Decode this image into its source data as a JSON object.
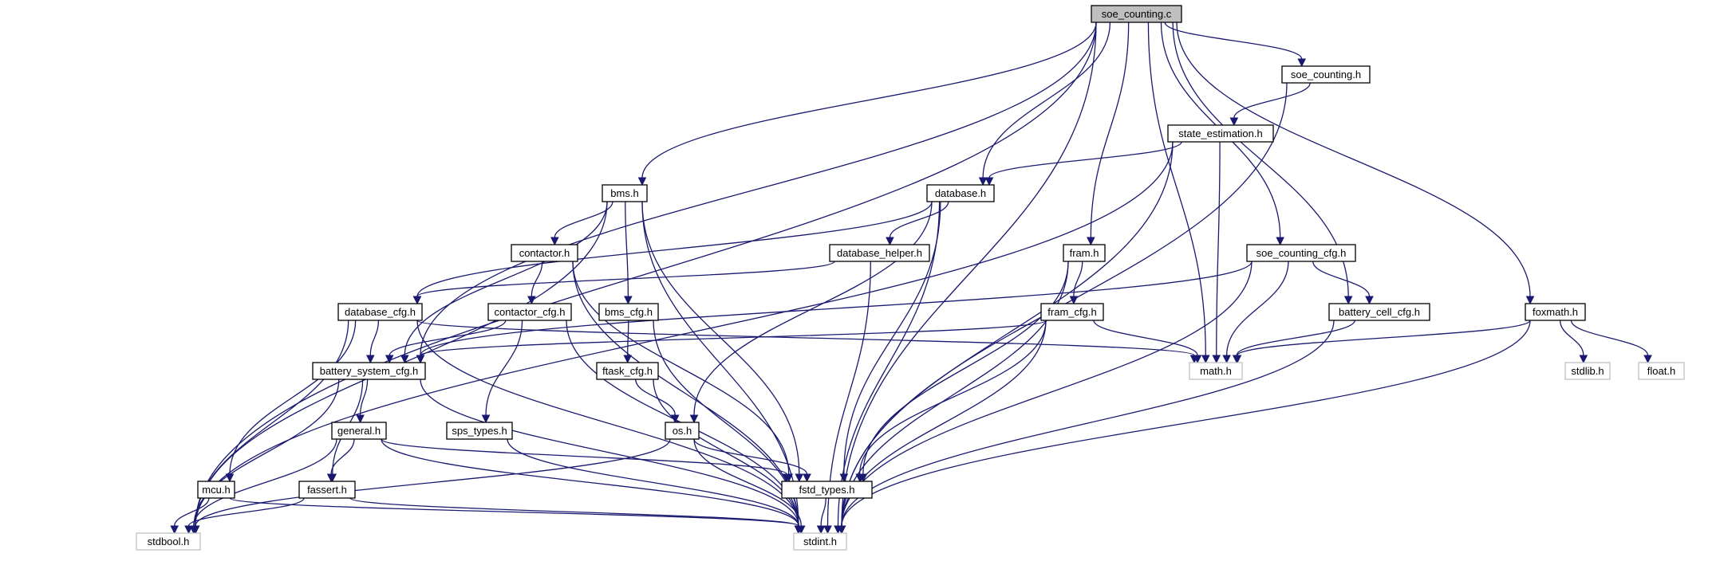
{
  "nodes": [
    {
      "id": "soe_counting_c",
      "label": "soe_counting.c",
      "kind": "root"
    },
    {
      "id": "soe_counting_h",
      "label": "soe_counting.h",
      "kind": "local"
    },
    {
      "id": "state_estimation_h",
      "label": "state_estimation.h",
      "kind": "local"
    },
    {
      "id": "bms_h",
      "label": "bms.h",
      "kind": "local"
    },
    {
      "id": "database_h",
      "label": "database.h",
      "kind": "local"
    },
    {
      "id": "contactor_h",
      "label": "contactor.h",
      "kind": "local"
    },
    {
      "id": "database_helper_h",
      "label": "database_helper.h",
      "kind": "local"
    },
    {
      "id": "fram_h",
      "label": "fram.h",
      "kind": "local"
    },
    {
      "id": "soe_counting_cfg_h",
      "label": "soe_counting_cfg.h",
      "kind": "local"
    },
    {
      "id": "database_cfg_h",
      "label": "database_cfg.h",
      "kind": "local"
    },
    {
      "id": "contactor_cfg_h",
      "label": "contactor_cfg.h",
      "kind": "local"
    },
    {
      "id": "bms_cfg_h",
      "label": "bms_cfg.h",
      "kind": "local"
    },
    {
      "id": "fram_cfg_h",
      "label": "fram_cfg.h",
      "kind": "local"
    },
    {
      "id": "battery_cell_cfg_h",
      "label": "battery_cell_cfg.h",
      "kind": "local"
    },
    {
      "id": "foxmath_h",
      "label": "foxmath.h",
      "kind": "local"
    },
    {
      "id": "battery_system_cfg_h",
      "label": "battery_system_cfg.h",
      "kind": "local"
    },
    {
      "id": "math_h",
      "label": "math.h",
      "kind": "system"
    },
    {
      "id": "stdlib_h",
      "label": "stdlib.h",
      "kind": "system"
    },
    {
      "id": "float_h",
      "label": "float.h",
      "kind": "system"
    },
    {
      "id": "ftask_cfg_h",
      "label": "ftask_cfg.h",
      "kind": "local"
    },
    {
      "id": "general_h",
      "label": "general.h",
      "kind": "local"
    },
    {
      "id": "sps_types_h",
      "label": "sps_types.h",
      "kind": "local"
    },
    {
      "id": "os_h",
      "label": "os.h",
      "kind": "local"
    },
    {
      "id": "mcu_h",
      "label": "mcu.h",
      "kind": "local"
    },
    {
      "id": "fassert_h",
      "label": "fassert.h",
      "kind": "local"
    },
    {
      "id": "fstd_types_h",
      "label": "fstd_types.h",
      "kind": "local"
    },
    {
      "id": "stdbool_h",
      "label": "stdbool.h",
      "kind": "system"
    },
    {
      "id": "stdint_h",
      "label": "stdint.h",
      "kind": "system"
    }
  ],
  "edges": [
    [
      "soe_counting_c",
      "stdbool_h"
    ],
    [
      "soe_counting_c",
      "battery_system_cfg_h"
    ],
    [
      "soe_counting_c",
      "bms_h"
    ],
    [
      "soe_counting_c",
      "database_h"
    ],
    [
      "soe_counting_c",
      "fram_h"
    ],
    [
      "soe_counting_c",
      "math_h"
    ],
    [
      "soe_counting_c",
      "soe_counting_h"
    ],
    [
      "soe_counting_c",
      "soe_counting_cfg_h"
    ],
    [
      "soe_counting_c",
      "battery_cell_cfg_h"
    ],
    [
      "soe_counting_c",
      "foxmath_h"
    ],
    [
      "soe_counting_c",
      "stdint_h"
    ],
    [
      "soe_counting_h",
      "state_estimation_h"
    ],
    [
      "soe_counting_h",
      "stdint_h"
    ],
    [
      "state_estimation_h",
      "stdbool_h"
    ],
    [
      "state_estimation_h",
      "database_h"
    ],
    [
      "state_estimation_h",
      "math_h"
    ],
    [
      "state_estimation_h",
      "stdint_h"
    ],
    [
      "bms_h",
      "stdbool_h"
    ],
    [
      "bms_h",
      "contactor_h"
    ],
    [
      "bms_h",
      "battery_system_cfg_h"
    ],
    [
      "bms_h",
      "bms_cfg_h"
    ],
    [
      "bms_h",
      "fstd_types_h"
    ],
    [
      "bms_h",
      "stdint_h"
    ],
    [
      "database_h",
      "database_helper_h"
    ],
    [
      "database_h",
      "database_cfg_h"
    ],
    [
      "database_h",
      "os_h"
    ],
    [
      "database_h",
      "fstd_types_h"
    ],
    [
      "database_h",
      "stdint_h"
    ],
    [
      "contactor_h",
      "contactor_cfg_h"
    ],
    [
      "contactor_h",
      "fstd_types_h"
    ],
    [
      "contactor_h",
      "stdint_h"
    ],
    [
      "database_helper_h",
      "database_cfg_h"
    ],
    [
      "database_helper_h",
      "stdint_h"
    ],
    [
      "fram_h",
      "fram_cfg_h"
    ],
    [
      "fram_h",
      "fstd_types_h"
    ],
    [
      "fram_h",
      "stdint_h"
    ],
    [
      "soe_counting_cfg_h",
      "battery_system_cfg_h"
    ],
    [
      "soe_counting_cfg_h",
      "battery_cell_cfg_h"
    ],
    [
      "soe_counting_cfg_h",
      "math_h"
    ],
    [
      "soe_counting_cfg_h",
      "stdint_h"
    ],
    [
      "database_cfg_h",
      "battery_system_cfg_h"
    ],
    [
      "database_cfg_h",
      "mcu_h"
    ],
    [
      "database_cfg_h",
      "math_h"
    ],
    [
      "database_cfg_h",
      "stdbool_h"
    ],
    [
      "database_cfg_h",
      "stdint_h"
    ],
    [
      "contactor_cfg_h",
      "battery_system_cfg_h"
    ],
    [
      "contactor_cfg_h",
      "sps_types_h"
    ],
    [
      "contactor_cfg_h",
      "stdint_h"
    ],
    [
      "bms_cfg_h",
      "ftask_cfg_h"
    ],
    [
      "bms_cfg_h",
      "stdint_h"
    ],
    [
      "fram_cfg_h",
      "battery_system_cfg_h"
    ],
    [
      "fram_cfg_h",
      "math_h"
    ],
    [
      "fram_cfg_h",
      "fstd_types_h"
    ],
    [
      "fram_cfg_h",
      "stdint_h"
    ],
    [
      "battery_cell_cfg_h",
      "math_h"
    ],
    [
      "battery_cell_cfg_h",
      "stdint_h"
    ],
    [
      "foxmath_h",
      "math_h"
    ],
    [
      "foxmath_h",
      "stdlib_h"
    ],
    [
      "foxmath_h",
      "float_h"
    ],
    [
      "foxmath_h",
      "stdint_h"
    ],
    [
      "battery_system_cfg_h",
      "general_h"
    ],
    [
      "battery_system_cfg_h",
      "fassert_h"
    ],
    [
      "battery_system_cfg_h",
      "stdbool_h"
    ],
    [
      "battery_system_cfg_h",
      "stdint_h"
    ],
    [
      "ftask_cfg_h",
      "os_h"
    ],
    [
      "ftask_cfg_h",
      "stdint_h"
    ],
    [
      "general_h",
      "fassert_h"
    ],
    [
      "general_h",
      "fstd_types_h"
    ],
    [
      "general_h",
      "stdbool_h"
    ],
    [
      "general_h",
      "stdint_h"
    ],
    [
      "sps_types_h",
      "stdint_h"
    ],
    [
      "os_h",
      "fstd_types_h"
    ],
    [
      "os_h",
      "stdbool_h"
    ],
    [
      "os_h",
      "stdint_h"
    ],
    [
      "mcu_h",
      "stdbool_h"
    ],
    [
      "mcu_h",
      "stdint_h"
    ],
    [
      "fassert_h",
      "stdbool_h"
    ],
    [
      "fassert_h",
      "stdint_h"
    ],
    [
      "fstd_types_h",
      "stdint_h"
    ]
  ],
  "colors": {
    "edge": "#191970",
    "root_fill": "#bfbfbf",
    "local_border": "#000000",
    "system_border": "#bfbfbf"
  }
}
